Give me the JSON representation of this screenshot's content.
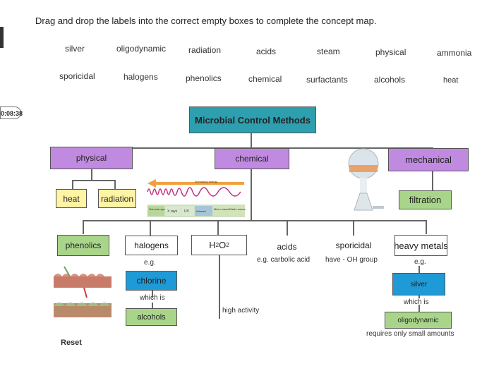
{
  "instruction": "Drag and drop the labels into the correct empty boxes to complete the concept map.",
  "timer": "0:08:38",
  "label_bank_row1": [
    "silver",
    "oligodynamic",
    "radiation",
    "acids",
    "steam",
    "physical",
    "ammonia"
  ],
  "label_bank_row2": [
    "sporicidal",
    "halogens",
    "phenolics",
    "chemical",
    "surfactants",
    "alcohols",
    "heat"
  ],
  "root": "Microbial Control Methods",
  "branches": {
    "physical": "physical",
    "chemical": "chemical",
    "mechanical": "mechanical"
  },
  "physical_children": {
    "heat": "heat",
    "radiation": "radiation"
  },
  "mechanical_children": {
    "filtration": "filtration"
  },
  "spectrum": {
    "arrow_label": "Increasing energy",
    "bands": [
      "Gamma rays",
      "X rays",
      "UV",
      "Infrared",
      "Micro waves",
      "Radio waves"
    ]
  },
  "chemical_children": {
    "phenolics": "phenolics",
    "halogens": "halogens",
    "h2o2_main": "H",
    "h2o2_sub1": "2",
    "h2o2_mid": "O",
    "h2o2_sub2": "2",
    "acids": "acids",
    "sporicidal": "sporicidal",
    "heavy_metals": "heavy metals"
  },
  "notes": {
    "eg1": "e.g.",
    "eg2": "e.g.",
    "acids_eg": "e.g. carbolic acid",
    "sporicidal_note": "have - OH group",
    "which_is_1": "which is",
    "which_is_2": "which is",
    "high_activity": "high activity",
    "requires": "requires only small amounts"
  },
  "sub_boxes": {
    "chlorine": "chlorine",
    "alcohols": "alcohols",
    "silver": "silver",
    "oligodynamic": "oligodynamic"
  },
  "reset": "Reset",
  "colors": {
    "teal": "#2e9fae",
    "purple": "#c08ae0",
    "green": "#a9d58a",
    "yellow": "#fff3a4",
    "blue": "#1e9ad6"
  }
}
